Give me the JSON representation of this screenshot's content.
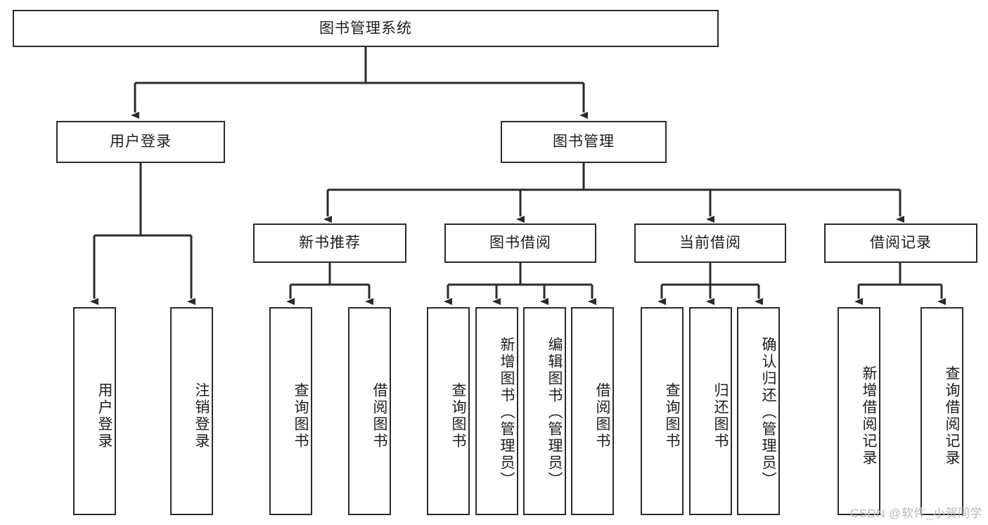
{
  "diagram": {
    "title": "图书管理系统",
    "type": "tree-hierarchy-diagram",
    "root": {
      "label": "图书管理系统"
    },
    "level2": [
      {
        "label": "用户登录"
      },
      {
        "label": "图书管理"
      }
    ],
    "level3": [
      {
        "label": "新书推荐"
      },
      {
        "label": "图书借阅"
      },
      {
        "label": "当前借阅"
      },
      {
        "label": "借阅记录"
      }
    ],
    "leaves": {
      "user_login": [
        {
          "label": "用户登录"
        },
        {
          "label": "注销登录"
        }
      ],
      "new_book_recommend": [
        {
          "label": "查询图书"
        },
        {
          "label": "借阅图书"
        }
      ],
      "book_borrow": [
        {
          "label": "查询图书"
        },
        {
          "label": "新增图书（管理员）"
        },
        {
          "label": "编辑图书（管理员）"
        },
        {
          "label": "借阅图书"
        }
      ],
      "current_borrow": [
        {
          "label": "查询图书"
        },
        {
          "label": "归还图书"
        },
        {
          "label": "确认归还（管理员）"
        }
      ],
      "borrow_record": [
        {
          "label": "新增借阅记录"
        },
        {
          "label": "查询借阅记录"
        }
      ]
    }
  },
  "watermark": {
    "text": "CSDN @软件_小贺同学"
  },
  "colors": {
    "stroke": "#2b2b2b",
    "background": "#ffffff",
    "text": "#1d1d1d",
    "watermark": "#b9b9b9"
  }
}
